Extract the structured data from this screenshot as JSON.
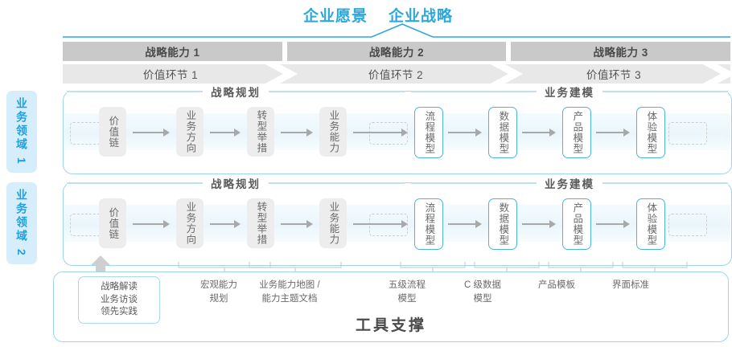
{
  "top": {
    "titles": [
      "企业愿景",
      "企业战略"
    ],
    "accent": "#2aa8dc"
  },
  "capabilities": [
    {
      "label": "战略能力 1"
    },
    {
      "label": "战略能力 2"
    },
    {
      "label": "战略能力 3"
    }
  ],
  "value_chain": [
    {
      "label": "价值环节 1"
    },
    {
      "label": "价值环节 2"
    },
    {
      "label": "价值环节 3"
    }
  ],
  "domains": [
    {
      "label": "业务领域 1"
    },
    {
      "label": "业务领域 2"
    }
  ],
  "sections": [
    {
      "label": "战略规划"
    },
    {
      "label": "业务建模"
    }
  ],
  "steps": [
    {
      "label": "价值链",
      "style": "gray"
    },
    {
      "label": "业务方向",
      "style": "gray"
    },
    {
      "label": "转型举措",
      "style": "gray"
    },
    {
      "label": "业务能力",
      "style": "gray"
    },
    {
      "label": "流程模型",
      "style": "blue"
    },
    {
      "label": "数据模型",
      "style": "blue"
    },
    {
      "label": "产品模型",
      "style": "blue"
    },
    {
      "label": "体验模型",
      "style": "blue"
    }
  ],
  "tools": {
    "title": "工具支撑",
    "items": [
      {
        "label": "战略解读\n业务访谈\n领先实践",
        "boxed": true
      },
      {
        "label": "宏观能力\n规划",
        "boxed": false
      },
      {
        "label": "业务能力地图 /\n能力主题文档",
        "boxed": false
      },
      {
        "label": "五级流程\n模型",
        "boxed": false
      },
      {
        "label": "C 级数据\n模型",
        "boxed": false
      },
      {
        "label": "产品模板",
        "boxed": false
      },
      {
        "label": "界面标准",
        "boxed": false
      }
    ]
  },
  "colors": {
    "accent_blue": "#2aa8dc",
    "light_blue_fill": "#d6eefb",
    "border_blue": "#9fd4ee",
    "chip_blue_border": "#4eb3e0",
    "header_gray": "#c9c9c9",
    "band_gray": "#e8e8e8",
    "chip_gray": "#ededed",
    "arrow_gray": "#a8a8a8"
  }
}
